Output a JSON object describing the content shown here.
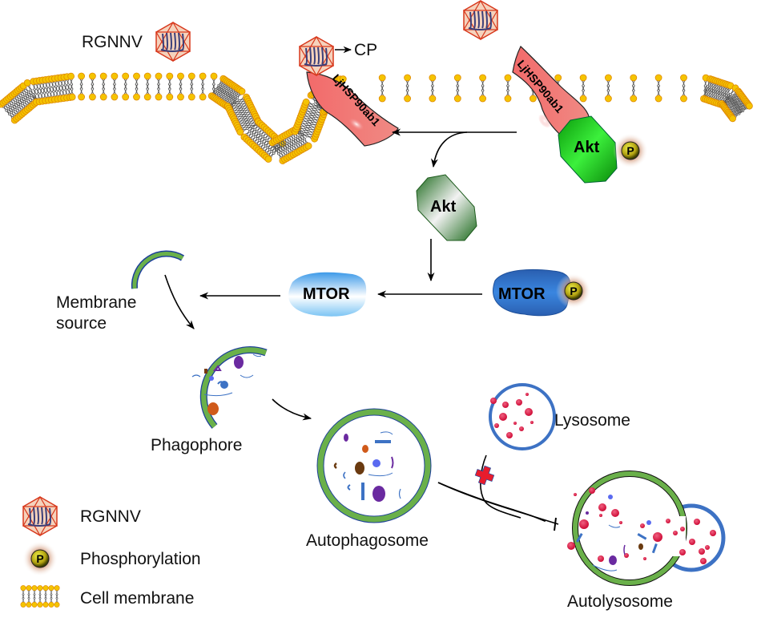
{
  "title": "RGNNV–LjHSP90ab1–Akt–MTOR autophagy pathway",
  "labels": {
    "rgnnv_top": "RGNNV",
    "cp": "CP",
    "hsp_left": "LjHSP90ab1",
    "hsp_right": "LjHSP90ab1",
    "akt_membrane": "Akt",
    "akt_free": "Akt",
    "mtor_p": "MTOR",
    "mtor": "MTOR",
    "phospho_p": "P",
    "membrane_source_line1": "Membrane",
    "membrane_source_line2": "source",
    "phagophore": "Phagophore",
    "autophagosome": "Autophagosome",
    "lysosome": "Lysosome",
    "autolysosome": "Autolysosome"
  },
  "legend": [
    {
      "icon": "virus-icon",
      "label": "RGNNV"
    },
    {
      "icon": "phosphate-icon",
      "label": "Phosphorylation"
    },
    {
      "icon": "membrane-icon",
      "label": "Cell membrane"
    }
  ],
  "colors": {
    "hsp": "#f07070",
    "akt_active": "#1ec81e",
    "akt_inactive": "#2a7a2a",
    "mtor_dark": "#2f6fc8",
    "mtor_light": "#6ab8f0",
    "membrane_head": "#f5c400",
    "vesicle_green": "#6aa84f",
    "vesicle_blue": "#3d72c4",
    "virus_edge": "#d8381c",
    "virus_fill": "#f5d0b8",
    "block_x": "#e81c2c"
  }
}
